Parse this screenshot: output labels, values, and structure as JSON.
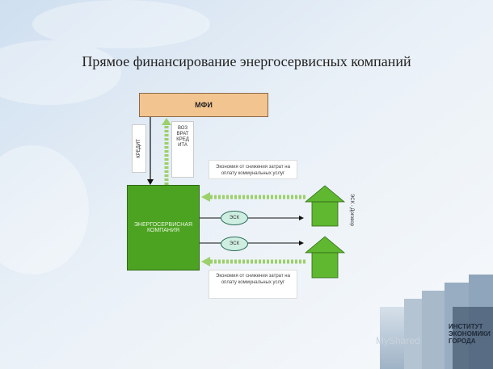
{
  "title": "Прямое финансирование энергосервисных компаний",
  "diagram": {
    "mfi_label": "МФИ",
    "esco_label": "ЭНЕРГОСЕРВИСНАЯ КОМПАНИЯ",
    "credit_label": "КРЕДИТ",
    "return_label_lines": [
      "ВОЗ",
      "ВРАТ",
      "КРЕД",
      "ИТА"
    ],
    "savings_top": "Экономия от снижения затрат на оплату коммунальных услуг",
    "savings_bottom": "Экономия от снижения затрат на оплату коммунальных услуг",
    "esk_labels": [
      "ЭСК",
      "ЭСК"
    ],
    "side_label": "ЭСК - Договор"
  },
  "branding": {
    "watermark": "MyShared",
    "institute_lines": [
      "ИНСТИТУТ",
      "ЭКОНОМИКИ",
      "ГОРОДА"
    ]
  },
  "colors": {
    "mfi_fill": "#f2c48f",
    "esco_fill": "#4ca321",
    "ellipse_fill": "#cfeee2",
    "house_fill": "#5fb830",
    "dashed_arrow": "#9bd06a"
  }
}
